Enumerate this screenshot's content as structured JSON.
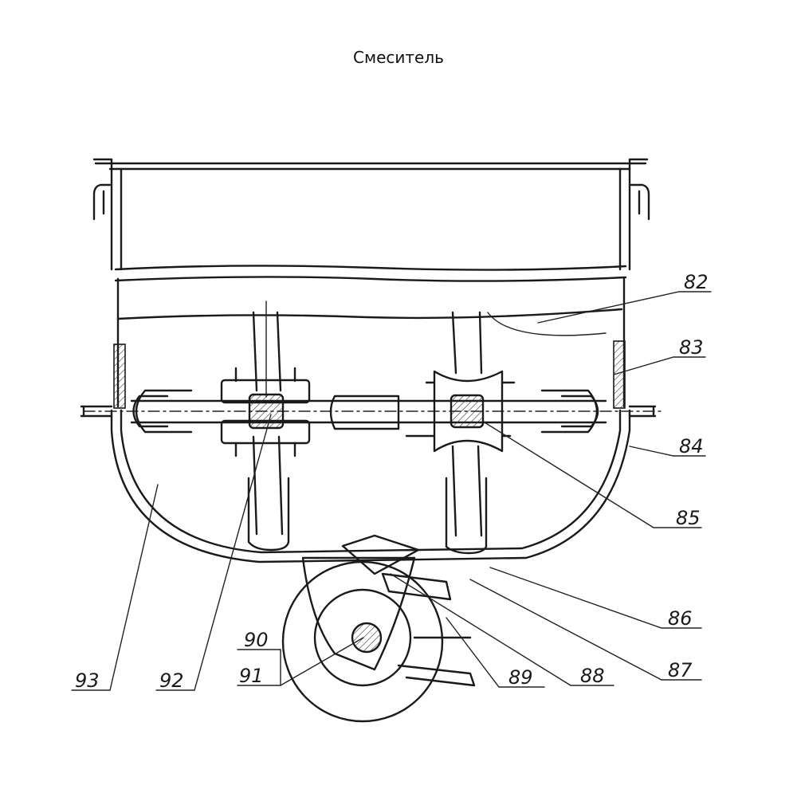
{
  "title": "Смеситель",
  "callouts": {
    "c82": "82",
    "c83": "83",
    "c84": "84",
    "c85": "85",
    "c86": "86",
    "c87": "87",
    "c88": "88",
    "c89": "89",
    "c90": "90",
    "c91": "91",
    "c92": "92",
    "c93": "93"
  },
  "colors": {
    "ink": "#1a1a1a",
    "paper": "#ffffff"
  }
}
